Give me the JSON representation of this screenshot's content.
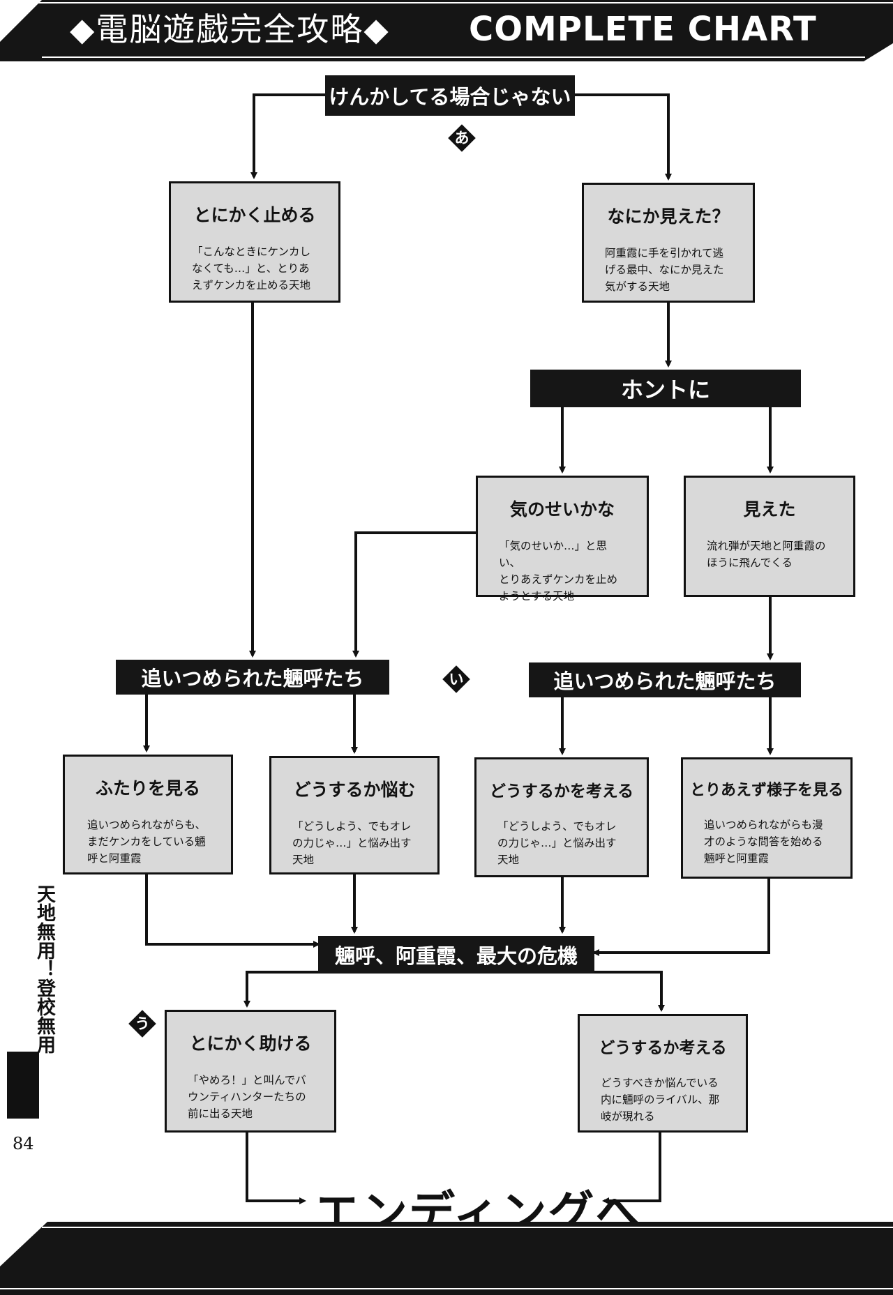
{
  "header": {
    "title": "◆電脳遊戯完全攻略◆",
    "chart_label": "COMPLETE CHART"
  },
  "nodes": {
    "start": "けんかしてる場合じゃない",
    "marker_a": "あ",
    "stop_fight": {
      "title": "とにかく止める",
      "text": "「こんなときにケンカし\nなくても…」と、とりあ\nえずケンカを止める天地"
    },
    "saw_something": {
      "title": "なにか見えた？",
      "text": "阿重霞に手を引かれて逃\nげる最中、なにか見えた\n気がする天地"
    },
    "really": "ホントに",
    "imagination": {
      "title": "気のせいかな",
      "text": "「気のせいか…」と思い、\nとりあえずケンカを止め\nようとする天地"
    },
    "saw_it": {
      "title": "見えた",
      "text": "流れ弾が天地と阿重霞の\nほうに飛んでくる"
    },
    "cornered_left": "追いつめられた魎呼たち",
    "marker_i": "い",
    "cornered_right": "追いつめられた魎呼たち",
    "watch_two": {
      "title": "ふたりを見る",
      "text": "追いつめられながらも、\nまだケンカをしている魎\n呼と阿重霞"
    },
    "worry_left": {
      "title": "どうするか悩む",
      "text": "「どうしよう、でもオレ\nの力じゃ…」と悩み出す\n天地"
    },
    "think_right": {
      "title": "どうするかを考える",
      "text": "「どうしよう、でもオレ\nの力じゃ…」と悩み出す\n天地"
    },
    "watch_situation": {
      "title": "とりあえず様子を見る",
      "text": "追いつめられながらも漫\n才のような問答を始める\n魎呼と阿重霞"
    },
    "crisis": "魎呼、阿重霞、最大の危機",
    "marker_u": "う",
    "help": {
      "title": "とにかく助ける",
      "text": "「やめろ！」と叫んでバ\nウンティハンターたちの\n前に出る天地"
    },
    "consider": {
      "title": "どうするか考える",
      "text": "どうすべきか悩んでいる\n内に魎呼のライバル、那\n岐が現れる"
    },
    "ending": "エンディングへ"
  },
  "sidebar": {
    "title": "天地無用！登校無用",
    "page_number": "84"
  }
}
